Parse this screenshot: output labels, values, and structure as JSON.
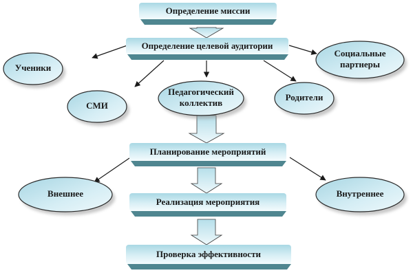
{
  "diagram": {
    "title": "Определение миссии",
    "colors": {
      "box_light": "#e8f6fa",
      "box_mid": "#b9e0ea",
      "box_shadow": "#4f8690",
      "ellipse_fill": "#c6e6ef",
      "ellipse_stroke": "#2a2a2a",
      "arrow_fill": "#cdeaf2",
      "line": "#1a1a1a"
    },
    "boxes": [
      {
        "id": "mission",
        "label": "Определение миссии"
      },
      {
        "id": "audience",
        "label": "Определение целевой аудитории"
      },
      {
        "id": "planning",
        "label": "Планирование мероприятий"
      },
      {
        "id": "realization",
        "label": "Реализация мероприятия"
      },
      {
        "id": "check",
        "label": "Проверка эффективности"
      }
    ],
    "ellipses": [
      {
        "id": "students",
        "lines": [
          "Ученики"
        ]
      },
      {
        "id": "media",
        "lines": [
          "СМИ"
        ]
      },
      {
        "id": "teachers",
        "lines": [
          "Педагогический",
          "коллектив"
        ]
      },
      {
        "id": "parents",
        "lines": [
          "Родители"
        ]
      },
      {
        "id": "partners",
        "lines": [
          "Социальные",
          "партнеры"
        ]
      },
      {
        "id": "external",
        "lines": [
          "Внешнее"
        ]
      },
      {
        "id": "internal",
        "lines": [
          "Внутреннее"
        ]
      }
    ],
    "connections": [
      {
        "from": "mission",
        "to": "audience",
        "type": "block-arrow"
      },
      {
        "from": "audience",
        "to": "students",
        "type": "line-arrow"
      },
      {
        "from": "audience",
        "to": "media",
        "type": "line-arrow"
      },
      {
        "from": "audience",
        "to": "teachers",
        "type": "line-arrow"
      },
      {
        "from": "audience",
        "to": "parents",
        "type": "line-arrow"
      },
      {
        "from": "audience",
        "to": "partners",
        "type": "line-arrow"
      },
      {
        "from": "teachers",
        "to": "planning",
        "type": "block-arrow"
      },
      {
        "from": "planning",
        "to": "external",
        "type": "line-arrow"
      },
      {
        "from": "planning",
        "to": "internal",
        "type": "line-arrow"
      },
      {
        "from": "planning",
        "to": "realization",
        "type": "block-arrow"
      },
      {
        "from": "realization",
        "to": "check",
        "type": "block-arrow"
      }
    ]
  }
}
